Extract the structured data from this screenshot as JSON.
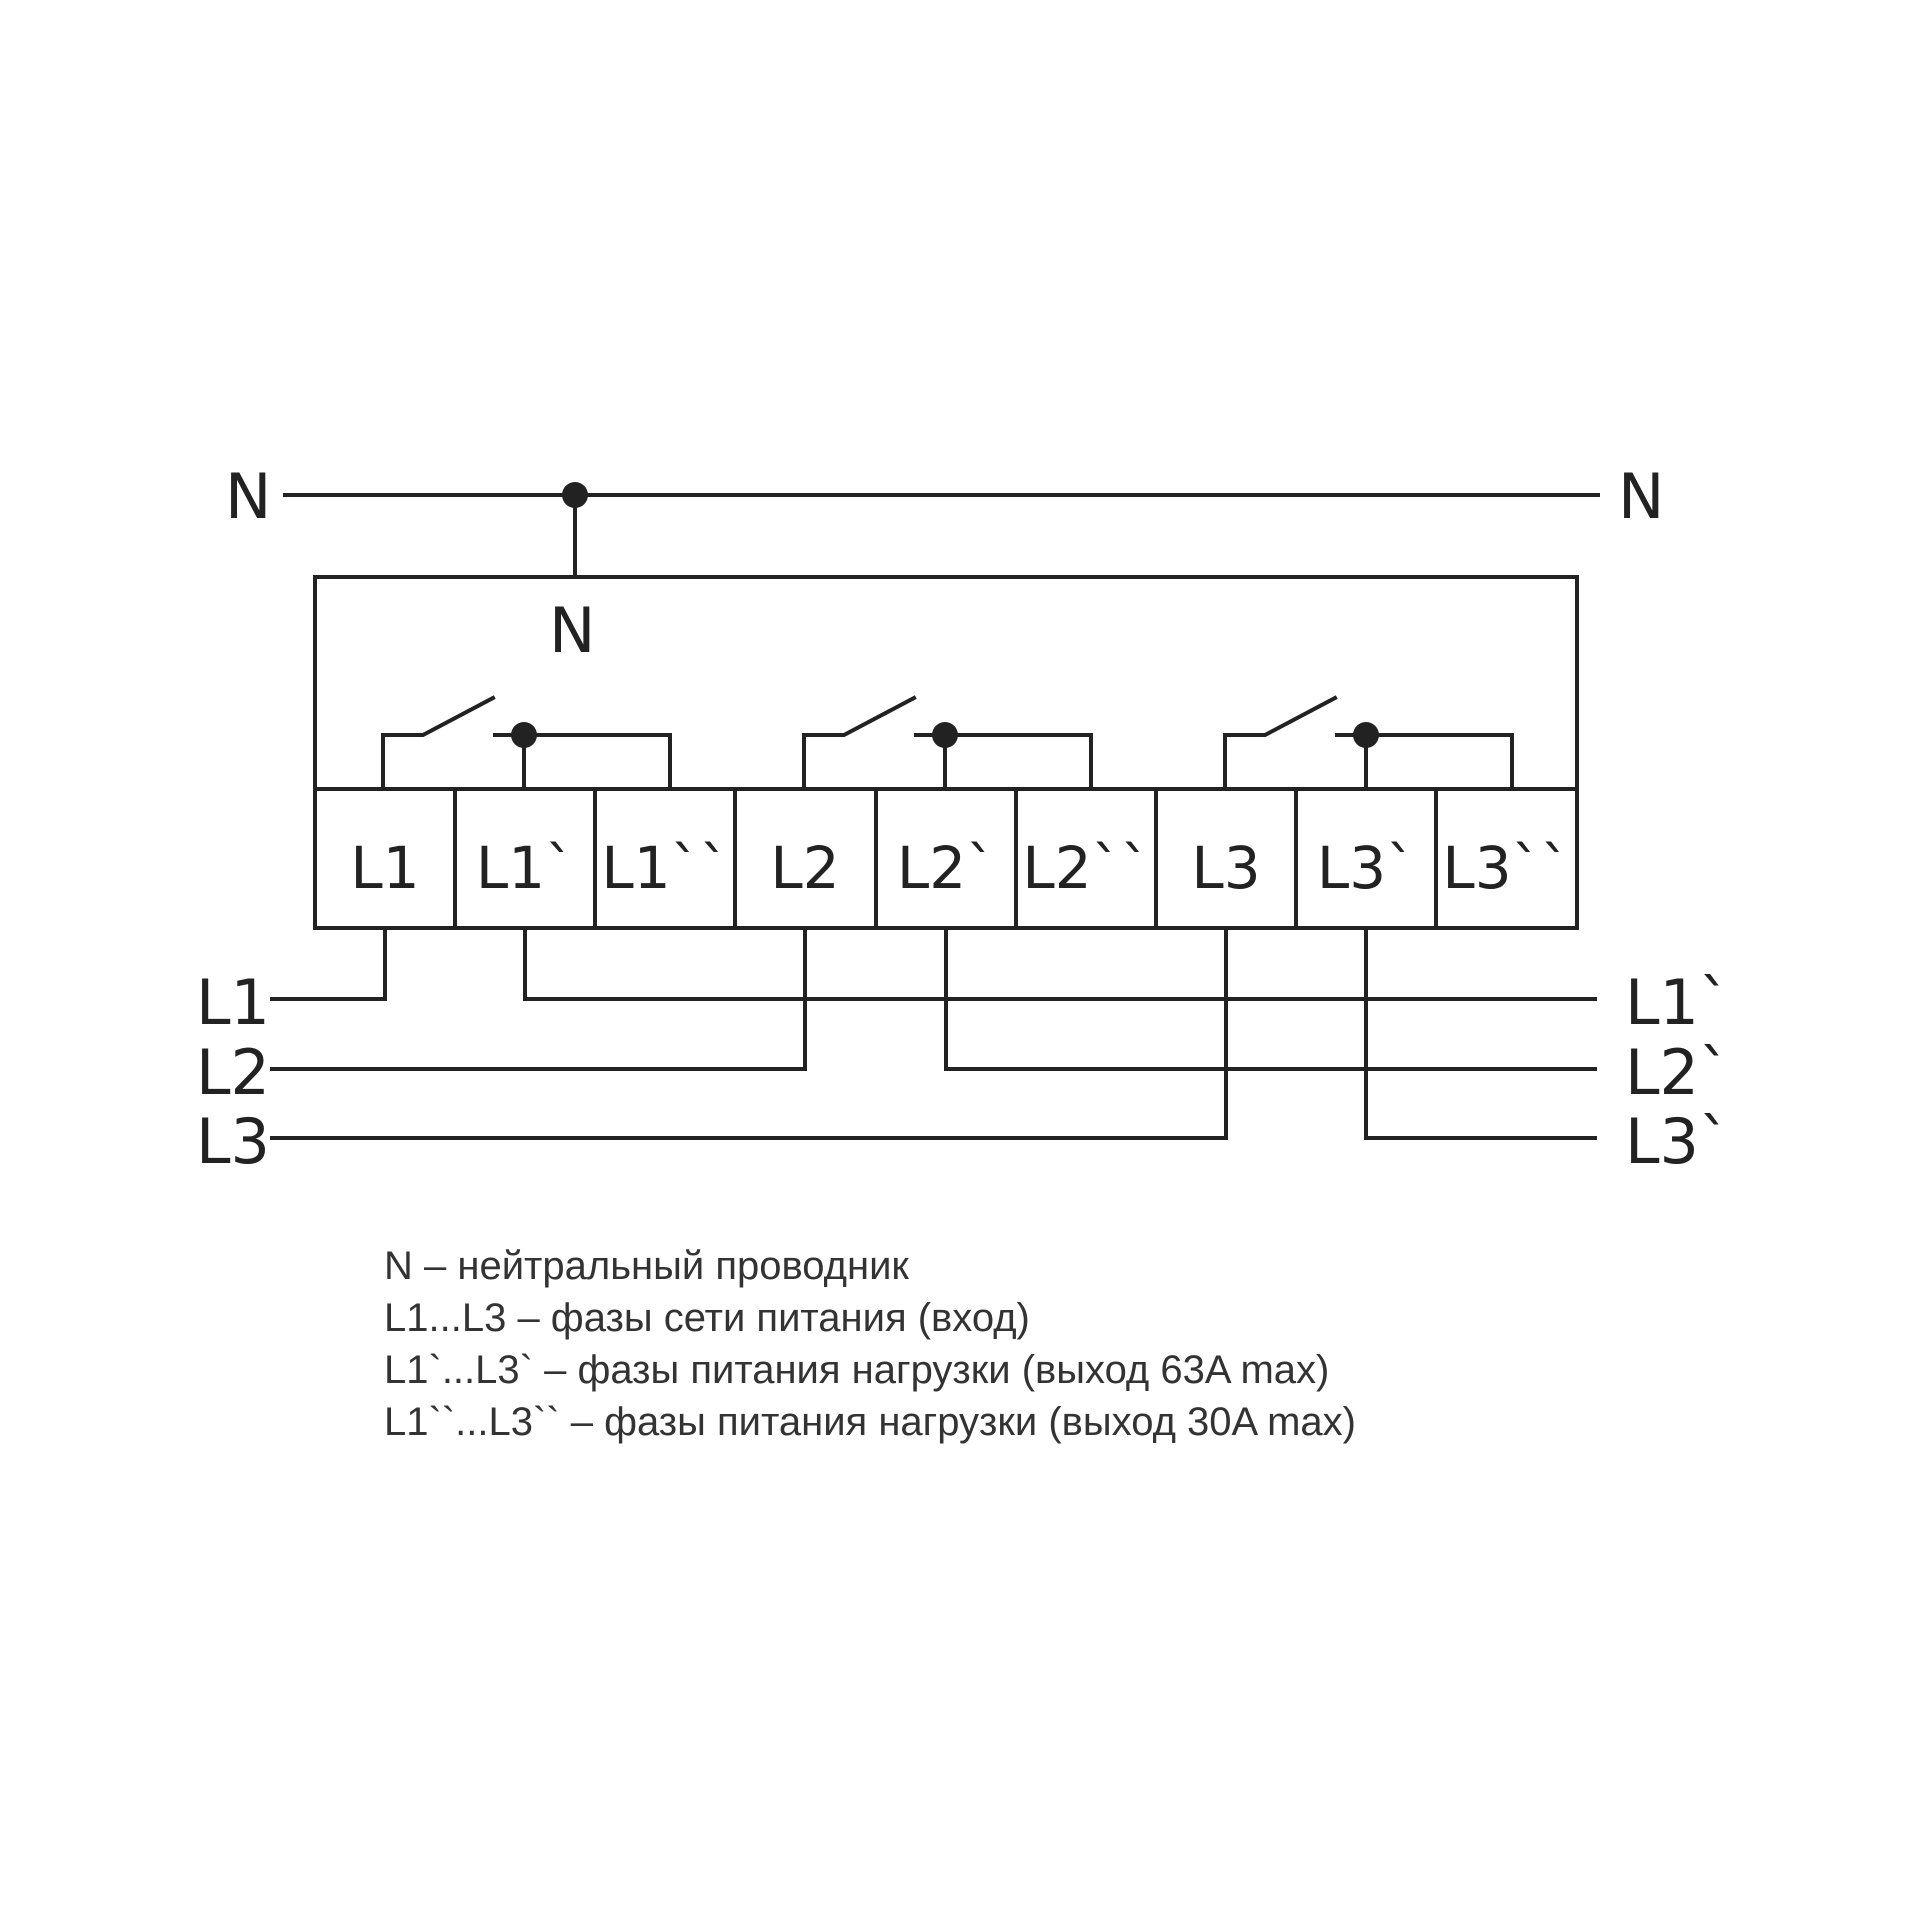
{
  "diagram": {
    "title_hidden": "",
    "neutral": {
      "left_label": "N",
      "right_label": "N",
      "device_label": "N"
    },
    "terminals": [
      "L1",
      "L1`",
      "L1``",
      "L2",
      "L2`",
      "L2``",
      "L3",
      "L3`",
      "L3``"
    ],
    "inputs": [
      "L1",
      "L2",
      "L3"
    ],
    "outputs": [
      "L1`",
      "L2`",
      "L3`"
    ],
    "colors": {
      "line": "#222222",
      "background": "#ffffff",
      "text": "#333333"
    }
  },
  "legend": {
    "items": [
      "N – нейтральный проводник",
      "L1...L3 – фазы сети питания (вход)",
      "L1`...L3` – фазы питания нагрузки (выход 63A max)",
      "L1``...L3`` – фазы питания нагрузки (выход 30A max)"
    ]
  }
}
